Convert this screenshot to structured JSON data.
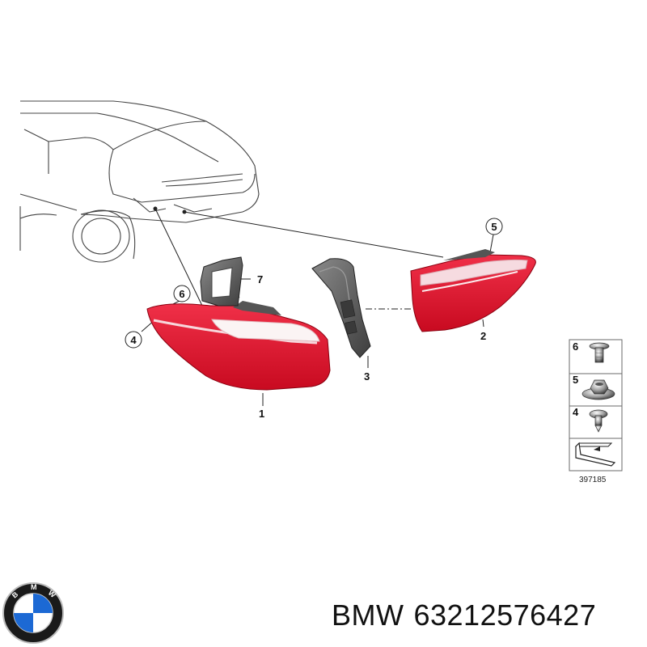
{
  "callouts": [
    "1",
    "2",
    "3",
    "4",
    "5",
    "6",
    "7"
  ],
  "legend": {
    "items": [
      {
        "number": "6",
        "part": "bolt-icon"
      },
      {
        "number": "5",
        "part": "nut-icon"
      },
      {
        "number": "4",
        "part": "screw-icon"
      }
    ],
    "reference_code": "397185"
  },
  "caption": {
    "brand": "BMW",
    "part_number": "63212576427"
  },
  "colors": {
    "lamp_red": "#e8102a",
    "lamp_red_dark": "#b8061c",
    "bracket_gray": "#5a5a5a",
    "legend_border": "#6a6a6a",
    "logo_blue": "#1c69d4"
  }
}
